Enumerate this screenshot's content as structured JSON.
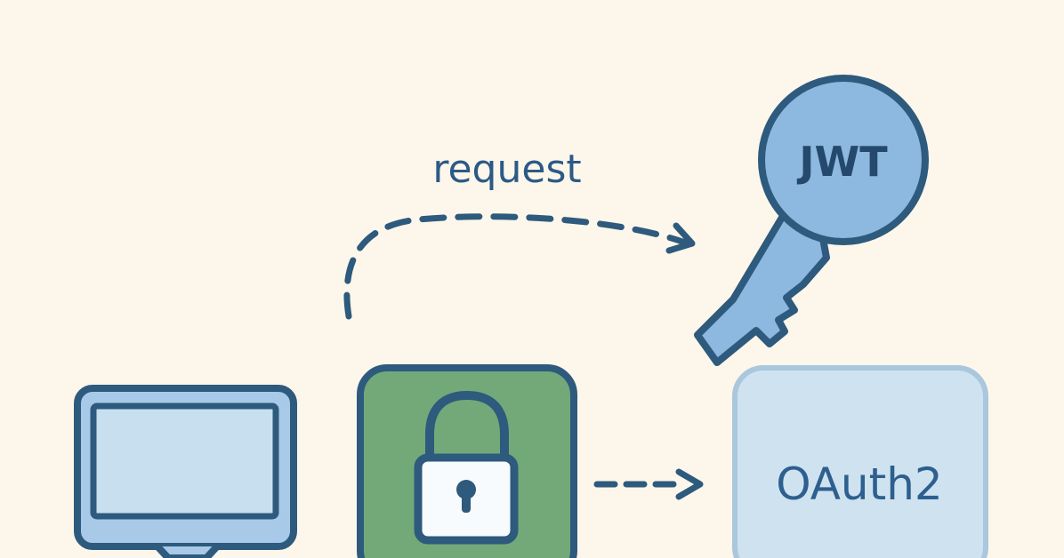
{
  "diagram": {
    "labels": {
      "request": "request",
      "jwt": "JWT",
      "oauth2": "OAuth2"
    },
    "colors": {
      "background": "#fdf6ea",
      "stroke": "#2d5a7d",
      "monitor_fill": "#a8c9e8",
      "monitor_screen": "#c8dff0",
      "lock_card": "#73a979",
      "lock_body": "#f8fbfd",
      "key_fill": "#8db8df",
      "oauth_box": "#cfe2ef",
      "oauth_border": "#a9c7dd"
    },
    "icons": {
      "computer": "computer-monitor-icon",
      "lock": "padlock-icon",
      "key": "key-icon"
    }
  }
}
